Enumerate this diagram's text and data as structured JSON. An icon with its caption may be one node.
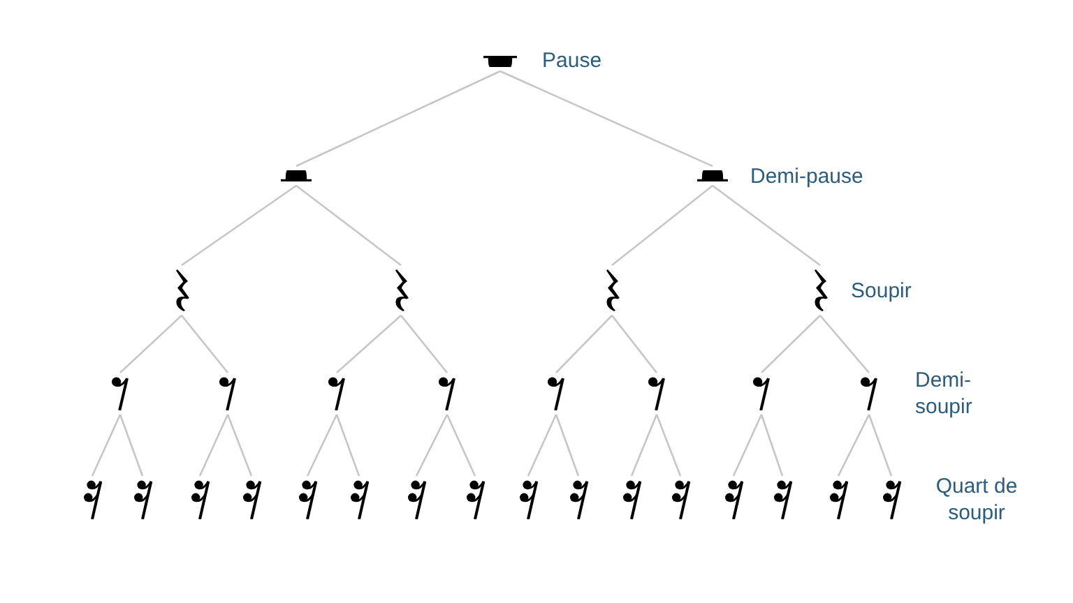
{
  "diagram": {
    "nodes": [
      {
        "text": [],
        "shape": "picture"
      },
      {
        "text": [],
        "shape": "picture"
      },
      {
        "text": [],
        "shape": "picture"
      },
      {
        "text": [],
        "shape": "picture"
      },
      {
        "text": [],
        "shape": "picture"
      },
      {
        "text": [],
        "shape": "picture"
      },
      {
        "text": [],
        "shape": "picture"
      },
      {
        "text": [],
        "shape": "picture"
      },
      {
        "text": [],
        "shape": "picture"
      },
      {
        "text": [],
        "shape": "picture"
      },
      {
        "text": [],
        "shape": "picture"
      },
      {
        "text": [],
        "shape": "picture"
      },
      {
        "text": [],
        "shape": "picture"
      },
      {
        "text": [],
        "shape": "picture"
      },
      {
        "text": [],
        "shape": "picture"
      },
      {
        "text": [],
        "shape": "picture"
      },
      {
        "text": [],
        "shape": "picture"
      },
      {
        "text": [],
        "shape": "picture"
      },
      {
        "text": [],
        "shape": "picture"
      },
      {
        "text": [],
        "shape": "picture"
      },
      {
        "text": [],
        "shape": "picture"
      },
      {
        "text": [],
        "shape": "picture"
      },
      {
        "text": [],
        "shape": "picture"
      },
      {
        "text": [],
        "shape": "picture"
      },
      {
        "text": [],
        "shape": "picture"
      },
      {
        "text": [],
        "shape": "picture"
      },
      {
        "text": [],
        "shape": "picture"
      },
      {
        "text": [],
        "shape": "picture"
      },
      {
        "text": [],
        "shape": "picture"
      },
      {
        "text": [],
        "shape": "picture"
      },
      {
        "text": [],
        "shape": "picture"
      }
    ],
    "edges": [
      {
        "from": 0,
        "to": 1,
        "arrow": "none"
      },
      {
        "from": 0,
        "to": 2,
        "arrow": "none"
      },
      {
        "from": 1,
        "to": 3,
        "arrow": "none"
      },
      {
        "from": 1,
        "to": 4,
        "arrow": "none"
      },
      {
        "from": 2,
        "to": 5,
        "arrow": "none"
      },
      {
        "from": 2,
        "to": 6,
        "arrow": "none"
      },
      {
        "from": 3,
        "to": 7,
        "arrow": "none"
      },
      {
        "from": 3,
        "to": 8,
        "arrow": "none"
      },
      {
        "from": 4,
        "to": 9,
        "arrow": "none"
      },
      {
        "from": 4,
        "to": 10,
        "arrow": "none"
      },
      {
        "from": 5,
        "to": 11,
        "arrow": "none"
      },
      {
        "from": 5,
        "to": 12,
        "arrow": "none"
      },
      {
        "from": 6,
        "to": 13,
        "arrow": "none"
      },
      {
        "from": 6,
        "to": 14,
        "arrow": "none"
      },
      {
        "from": 7,
        "to": 15,
        "arrow": "none"
      },
      {
        "from": 7,
        "to": 16,
        "arrow": "none"
      },
      {
        "from": 8,
        "to": 17,
        "arrow": "none"
      },
      {
        "from": 8,
        "to": 18,
        "arrow": "none"
      },
      {
        "from": 9,
        "to": 19,
        "arrow": "none"
      },
      {
        "from": 9,
        "to": 20,
        "arrow": "none"
      },
      {
        "from": 10,
        "to": 21,
        "arrow": "none"
      },
      {
        "from": 10,
        "to": 22,
        "arrow": "none"
      },
      {
        "from": 11,
        "to": 23,
        "arrow": "none"
      },
      {
        "from": 11,
        "to": 24,
        "arrow": "none"
      },
      {
        "from": 12,
        "to": 25,
        "arrow": "none"
      },
      {
        "from": 12,
        "to": 26,
        "arrow": "none"
      },
      {
        "from": 13,
        "to": 27,
        "arrow": "none"
      },
      {
        "from": 13,
        "to": 28,
        "arrow": "none"
      },
      {
        "from": 14,
        "to": 29,
        "arrow": "none"
      },
      {
        "from": 14,
        "to": 30,
        "arrow": "none"
      }
    ],
    "labels": [
      "Pause",
      "Demi-pause",
      "Soupir",
      "Demi-soupir",
      "Quart de soupir"
    ]
  }
}
